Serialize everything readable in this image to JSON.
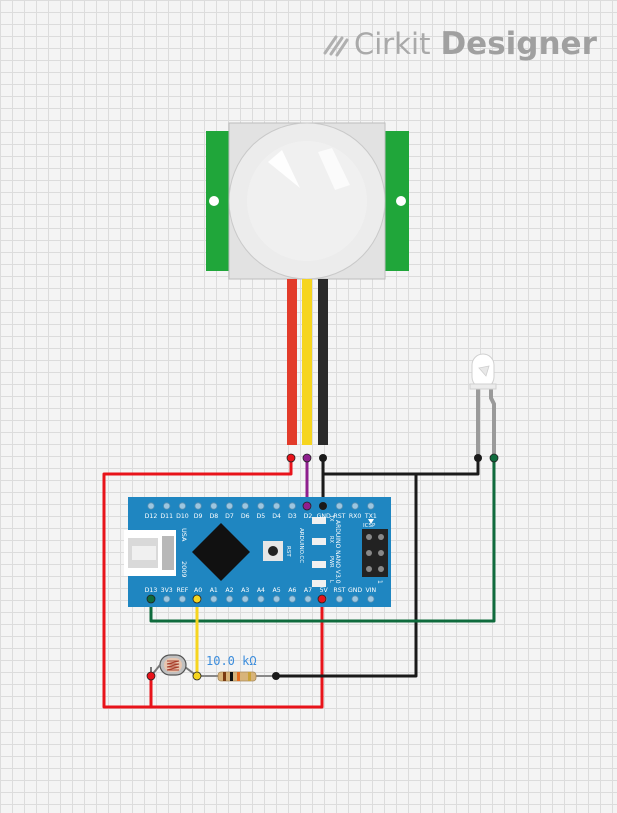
{
  "brand": {
    "name_part1": "Cirkit",
    "name_part2": "Designer"
  },
  "resistor": {
    "value_label": "10.0 kΩ"
  },
  "arduino": {
    "top_pins": [
      "D12",
      "D11",
      "D10",
      "D9",
      "D8",
      "D7",
      "D6",
      "D5",
      "D4",
      "D3",
      "D2",
      "GND",
      "RST",
      "RX0",
      "TX1"
    ],
    "bottom_pins": [
      "D13",
      "3V3",
      "REF",
      "A0",
      "A1",
      "A2",
      "A3",
      "A4",
      "A5",
      "A6",
      "A7",
      "5V",
      "RST",
      "GND",
      "VIN"
    ],
    "usa_label": "USA",
    "year_label": "2009",
    "brand_label": "ARDUINO.CC",
    "model_label": "ARDUINO NANO V3.0",
    "rst_label": "RST",
    "icsp_label": "ICSP",
    "icsp_pin1": "1",
    "led_labels": [
      "TX",
      "RX",
      "PWR",
      "L"
    ]
  },
  "colors": {
    "wire_red": "#e8131a",
    "wire_yellow": "#f6d51f",
    "wire_black": "#1a1a1a",
    "wire_purple": "#8e1f8e",
    "wire_green": "#0f6b3d",
    "board_blue": "#1f86c1",
    "pir_green": "#20a63a",
    "resistor_label": "#3c8ddc"
  }
}
